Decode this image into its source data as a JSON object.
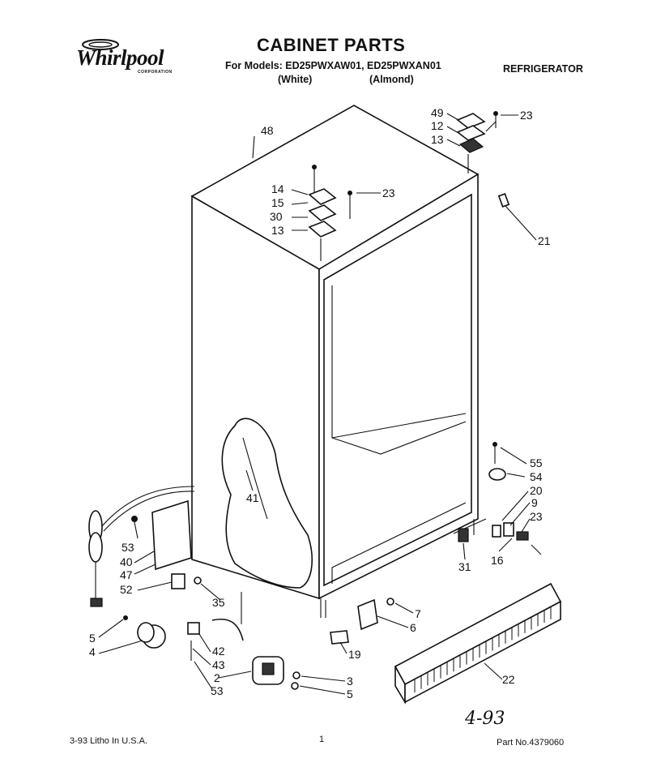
{
  "header": {
    "brand": "Whirlpool",
    "brand_sub": "CORPORATION",
    "title": "CABINET PARTS",
    "models_line": "For Models: ED25PWXAW01, ED25PWXAN01",
    "variant_white": "(White)",
    "variant_almond": "(Almond)",
    "appliance": "REFRIGERATOR"
  },
  "footer": {
    "litho": "3-93 Litho In U.S.A.",
    "page_number": "1",
    "part_number": "Part No.4379060",
    "handwritten_date": "4-93"
  },
  "callouts": [
    {
      "id": "c49",
      "label": "49"
    },
    {
      "id": "c23a",
      "label": "23"
    },
    {
      "id": "c12",
      "label": "12"
    },
    {
      "id": "c13a",
      "label": "13"
    },
    {
      "id": "c48",
      "label": "48"
    },
    {
      "id": "c14",
      "label": "14"
    },
    {
      "id": "c23b",
      "label": "23"
    },
    {
      "id": "c15",
      "label": "15"
    },
    {
      "id": "c30",
      "label": "30"
    },
    {
      "id": "c13b",
      "label": "13"
    },
    {
      "id": "c21",
      "label": "21"
    },
    {
      "id": "c41",
      "label": "41"
    },
    {
      "id": "c55",
      "label": "55"
    },
    {
      "id": "c54",
      "label": "54"
    },
    {
      "id": "c20",
      "label": "20"
    },
    {
      "id": "c9",
      "label": "9"
    },
    {
      "id": "c23c",
      "label": "23"
    },
    {
      "id": "c16",
      "label": "16"
    },
    {
      "id": "c31",
      "label": "31"
    },
    {
      "id": "c53a",
      "label": "53"
    },
    {
      "id": "c40",
      "label": "40"
    },
    {
      "id": "c47",
      "label": "47"
    },
    {
      "id": "c52",
      "label": "52"
    },
    {
      "id": "c35",
      "label": "35"
    },
    {
      "id": "c7",
      "label": "7"
    },
    {
      "id": "c6",
      "label": "6"
    },
    {
      "id": "c5a",
      "label": "5"
    },
    {
      "id": "c4",
      "label": "4"
    },
    {
      "id": "c42",
      "label": "42"
    },
    {
      "id": "c43",
      "label": "43"
    },
    {
      "id": "c2",
      "label": "2"
    },
    {
      "id": "c53b",
      "label": "53"
    },
    {
      "id": "c19",
      "label": "19"
    },
    {
      "id": "c3",
      "label": "3"
    },
    {
      "id": "c5b",
      "label": "5"
    },
    {
      "id": "c22",
      "label": "22"
    }
  ]
}
